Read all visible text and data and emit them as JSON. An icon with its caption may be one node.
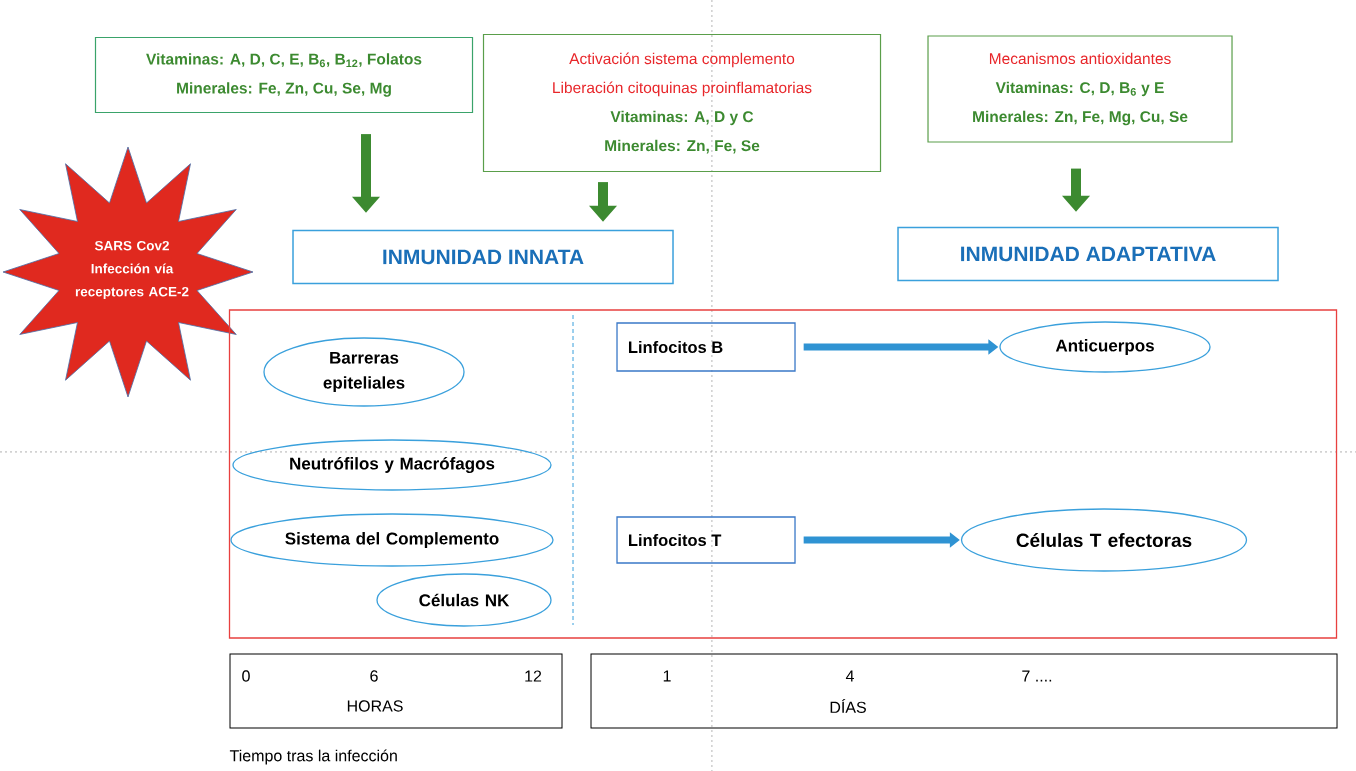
{
  "diagram": {
    "nodes": [
      {
        "text": [
          "Vitaminas: A, D, C, E, B$_{6}$, B$_{12}$, Folatos",
          "Minerales: Fe, Zn, Cu, Se, Mg"
        ]
      },
      {
        "text": [
          "Activación sistema complemento",
          "Liberación citoquinas proinflamatorias",
          "Vitaminas: A, D y C",
          "Minerales: Zn, Fe, Se"
        ]
      },
      {
        "text": [
          "Mecanismos antioxidantes",
          "Vitaminas: C, D, B$_{6}$ y E",
          "Minerales: Zn, Fe, Mg, Cu, Se"
        ]
      },
      {
        "text": [
          "INMUNIDAD INNATA"
        ]
      },
      {
        "text": [
          "INMUNIDAD ADAPTATIVA"
        ]
      },
      {
        "text": [
          "SARS Cov2",
          "Infección vía receptores ACE-2"
        ]
      },
      {
        "text": [],
        "shape": "box"
      },
      {
        "text": [
          "Barreras epiteliales"
        ],
        "in": 6
      },
      {
        "text": [
          "Neutrófilos y Macrófagos"
        ],
        "in": 6
      },
      {
        "text": [
          "Sistema del Complemento"
        ],
        "in": 6
      },
      {
        "text": [
          "Células NK"
        ],
        "in": 6
      },
      {
        "text": [
          "Linfocitos B"
        ],
        "in": 6
      },
      {
        "text": [
          "Anticuerpos"
        ],
        "in": 6
      },
      {
        "text": [
          "Linfocitos T"
        ],
        "in": 6
      },
      {
        "text": [
          "Células T efectoras"
        ],
        "in": 6
      },
      {
        "text": [
          "0",
          "6",
          "12",
          "HORAS"
        ]
      },
      {
        "text": [
          "1",
          "4",
          "7 ....",
          "DÍAS"
        ]
      }
    ],
    "edges": [
      {
        "from": 0,
        "to": 3,
        "arrow": "to"
      },
      {
        "from": 1,
        "to": 3,
        "arrow": "to"
      },
      {
        "from": 2,
        "to": 4,
        "arrow": "to"
      },
      {
        "from": 11,
        "to": 12,
        "arrow": "to",
        "color": "#2f93d3"
      },
      {
        "from": 13,
        "to": 14,
        "arrow": "to",
        "color": "#2f93d3"
      }
    ],
    "labels": [
      "Tiempo tras la infección"
    ]
  }
}
